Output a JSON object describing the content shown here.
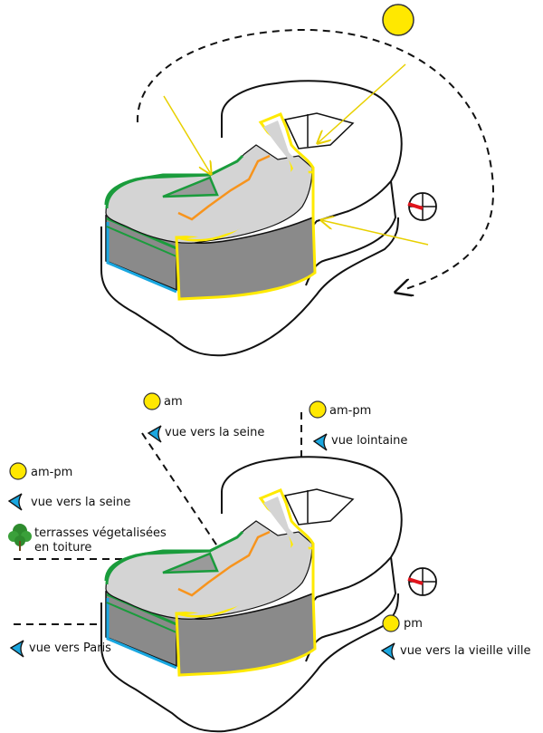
{
  "labels": {
    "top_am": "am",
    "top_am_pm": "am-pm",
    "left_am_pm": "am-pm",
    "vue_seine_top": "vue vers la seine",
    "vue_lointaine": "vue lointaine",
    "vue_seine_left": "vue vers la seine",
    "terrasses_line1": "terrasses végetalisées",
    "terrasses_line2": "en toiture",
    "pm": "pm",
    "vue_paris": "vue vers Paris",
    "vue_vieille_ville": "vue vers la vieille ville"
  },
  "colors": {
    "sun": "#ffe800",
    "sun_stroke": "#333333",
    "eye": "#1aa7e0",
    "green": "#1a9c3c",
    "yellow": "#ffea00",
    "orange": "#f7941d",
    "blue": "#1aa7e0",
    "roof": "#d4d4d4",
    "wall": "#8a8a8a",
    "compass_needle": "#e0141c"
  }
}
